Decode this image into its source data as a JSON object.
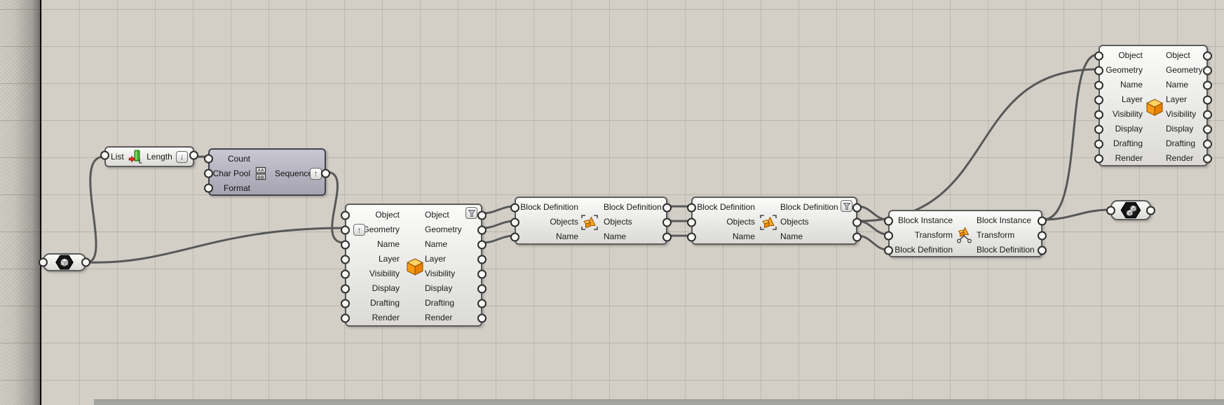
{
  "app": "grasshopper-node-canvas",
  "colors": {
    "canvas_bg": "#d3cfc7",
    "grid_line": "#9a958a",
    "wire": "#585858",
    "component_bg": "#f2f1ef",
    "hidden_component_bg": "#b5b4c0",
    "accent_orange": "#f59e1b"
  },
  "buttons": {
    "flatten": "↓",
    "graft": "↑",
    "filter": "funnel-filter-icon"
  },
  "nodes": {
    "geometry_param": {
      "icon": "geometry-hexagon-icon"
    },
    "list_length": {
      "input": "List",
      "output": "Length",
      "icon": "list-length-icon"
    },
    "sequence": {
      "inputs": [
        "Count",
        "Char Pool",
        "Format"
      ],
      "output": "Sequence",
      "icon": "sequence-aabb-icon"
    },
    "object_attributes_a": {
      "ports": [
        "Object",
        "Geometry",
        "Name",
        "Layer",
        "Visibility",
        "Display",
        "Drafting",
        "Render"
      ],
      "icon": "box-icon"
    },
    "block_definition_a": {
      "ports": [
        "Block Definition",
        "Objects",
        "Name"
      ],
      "icon": "block-definition-icon"
    },
    "block_definition_b": {
      "ports": [
        "Block Definition",
        "Objects",
        "Name"
      ],
      "icon": "block-definition-icon"
    },
    "block_instance": {
      "ports": [
        "Block Instance",
        "Transform",
        "Block Definition"
      ],
      "icon": "block-instance-icon"
    },
    "object_attributes_b": {
      "ports": [
        "Object",
        "Geometry",
        "Name",
        "Layer",
        "Visibility",
        "Display",
        "Drafting",
        "Render"
      ],
      "icon": "box-icon"
    },
    "geometry_pipeline": {
      "icon": "geometry-pipeline-hexagon-icon"
    }
  }
}
